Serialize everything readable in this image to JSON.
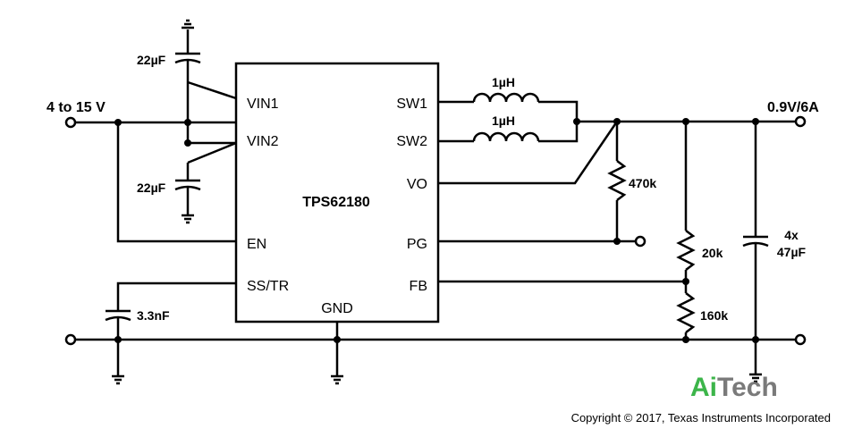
{
  "chip": {
    "name": "TPS62180",
    "pins_left": [
      "VIN1",
      "VIN2",
      "EN",
      "SS/TR"
    ],
    "pins_right": [
      "SW1",
      "SW2",
      "VO",
      "PG",
      "FB"
    ],
    "pin_bottom": "GND"
  },
  "input_label": "4 to 15 V",
  "output_label": "0.9V/6A",
  "components": {
    "cap_top": "22µF",
    "cap_mid": "22µF",
    "cap_ss": "3.3nF",
    "inductor1": "1µH",
    "inductor2": "1µH",
    "res_pg": "470k",
    "res_top": "20k",
    "res_bottom": "160k",
    "cap_out_count": "4x",
    "cap_out_value": "47µF"
  },
  "logo": {
    "part1": "Ai",
    "part2": "Tech"
  },
  "copyright": "Copyright © 2017, Texas Instruments Incorporated",
  "colors": {
    "logo_green": "#3cb54a",
    "logo_gray": "#7a7a7a",
    "wire": "#000000"
  }
}
